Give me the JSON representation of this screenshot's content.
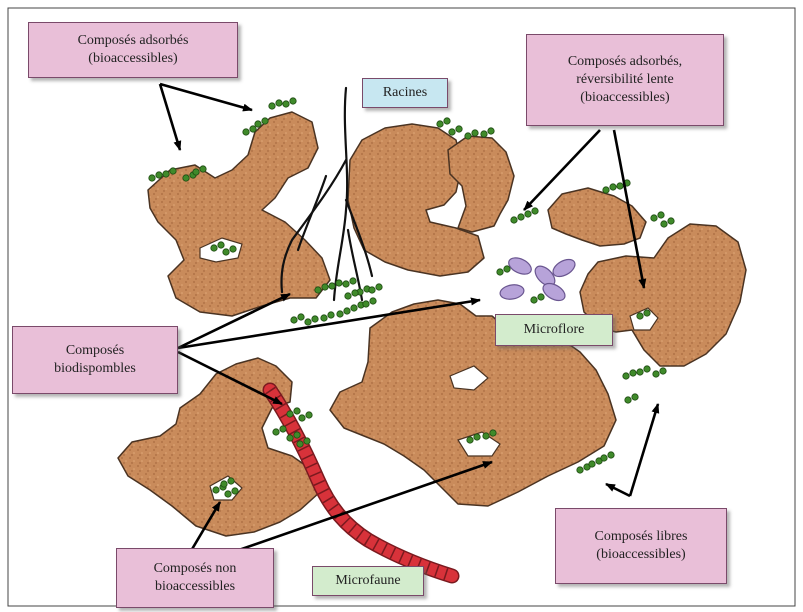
{
  "labels": {
    "adsorbed": "Composés adsorbés\n(bioaccessibles)",
    "adsorbed_slow": "Composés adsorbés,\nréversibilité lente\n(bioaccessibles)",
    "roots": "Racines",
    "bioavailable": "Composés\nbiodispombles",
    "microflora": "Microflore",
    "free": "Composés libres\n(bioaccessibles)",
    "non_accessible": "Composés non\nbioaccessibles",
    "microfauna": "Microfaune"
  },
  "colors": {
    "label_pink": "#e9bfd8",
    "label_blue": "#c7e7f1",
    "label_green": "#d3eccd",
    "soil_aggregate": "#c98b5b",
    "compound_green": "#3f8a2a",
    "microbe_purple": "#b7a3d9",
    "earthworm_red": "#d8323a",
    "arrow": "#000000"
  },
  "icons": [
    "soil-aggregate",
    "compound-molecule",
    "root",
    "microbe",
    "earthworm",
    "arrow"
  ]
}
